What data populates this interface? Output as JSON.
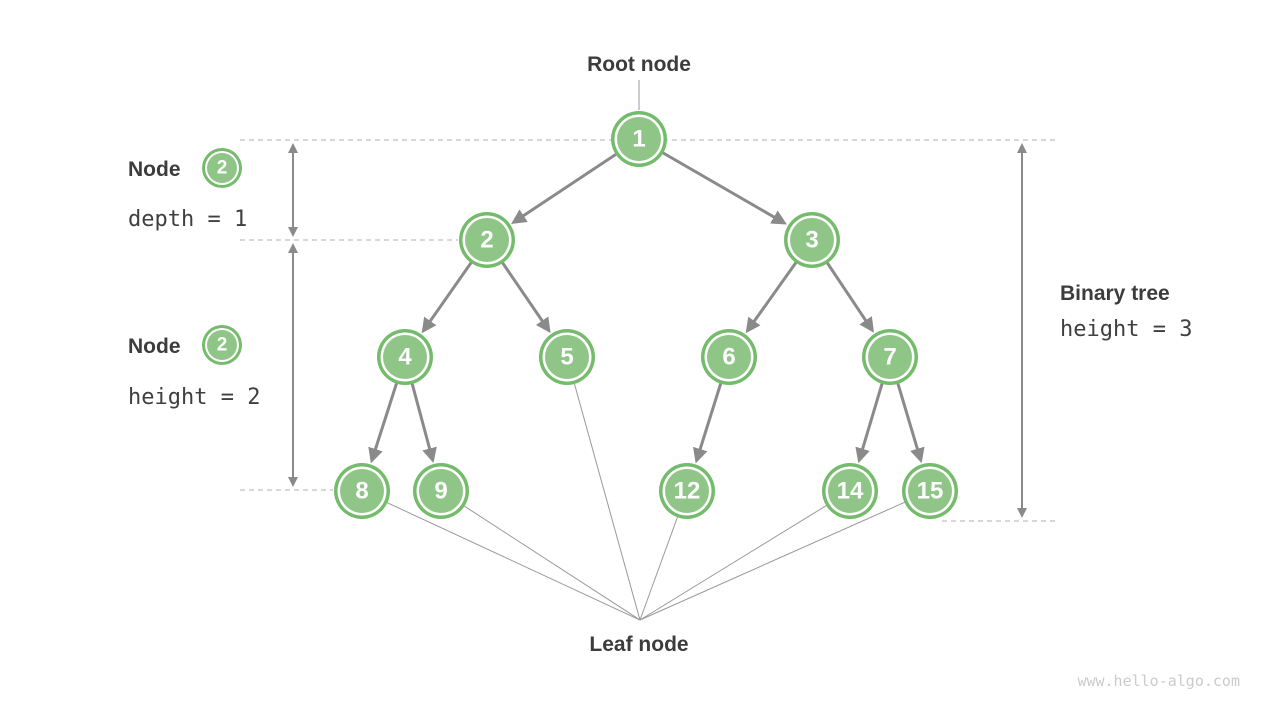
{
  "diagram": {
    "title_top": "Root node",
    "title_bottom": "Leaf node",
    "watermark": "www.hello-algo.com"
  },
  "annotations": {
    "depth": {
      "title": "Node",
      "badge_value": "2",
      "caption": "depth = 1"
    },
    "height": {
      "title": "Node",
      "badge_value": "2",
      "caption": "height = 2"
    },
    "binary_tree": {
      "title": "Binary tree",
      "caption": "height = 3"
    }
  },
  "tree": {
    "nodes": [
      {
        "value": "1"
      },
      {
        "value": "2"
      },
      {
        "value": "3"
      },
      {
        "value": "4"
      },
      {
        "value": "5"
      },
      {
        "value": "6"
      },
      {
        "value": "7"
      },
      {
        "value": "8"
      },
      {
        "value": "9"
      },
      {
        "value": "12"
      },
      {
        "value": "14"
      },
      {
        "value": "15"
      }
    ],
    "edges": [
      {
        "from": "1",
        "to": "2"
      },
      {
        "from": "1",
        "to": "3"
      },
      {
        "from": "2",
        "to": "4"
      },
      {
        "from": "2",
        "to": "5"
      },
      {
        "from": "3",
        "to": "6"
      },
      {
        "from": "3",
        "to": "7"
      },
      {
        "from": "4",
        "to": "8"
      },
      {
        "from": "4",
        "to": "9"
      },
      {
        "from": "6",
        "to": "12"
      },
      {
        "from": "7",
        "to": "14"
      },
      {
        "from": "7",
        "to": "15"
      }
    ],
    "leaf_nodes": [
      "8",
      "9",
      "5",
      "12",
      "14",
      "15"
    ]
  },
  "colors": {
    "node_fill": "#90c588",
    "node_border": "#74bc6b",
    "node_ring": "#ffffff",
    "node_text": "#ffffff",
    "edge": "#8a8a8a",
    "thin_line": "#999999",
    "dashed_line": "#b0b0b0",
    "text_dark": "#3c3c3c",
    "watermark": "#cbcbcb",
    "background": "#ffffff"
  }
}
